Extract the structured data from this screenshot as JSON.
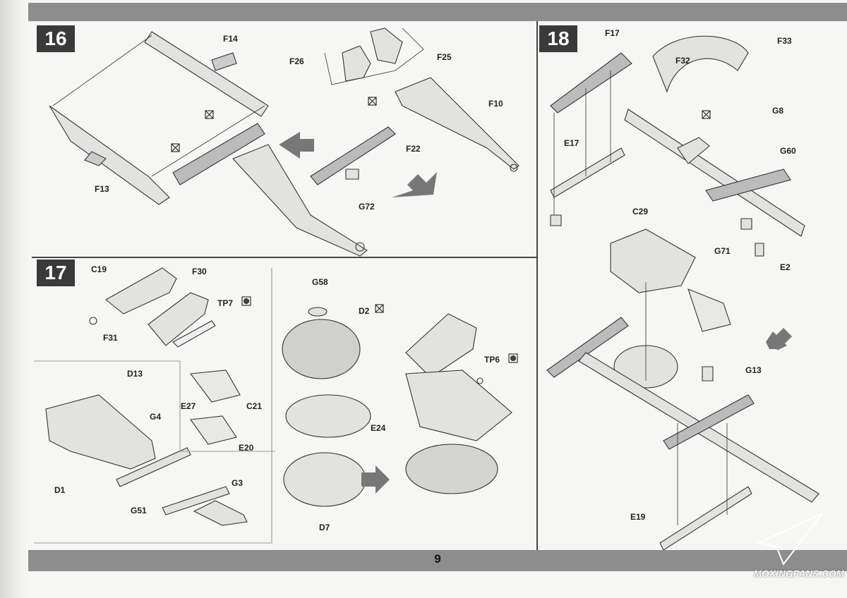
{
  "page": {
    "number": "9",
    "watermark": "MOXINGFANS.COM"
  },
  "steps": [
    {
      "number": "16",
      "labels": [
        "F14",
        "F26",
        "F25",
        "F10",
        "F13",
        "F22",
        "G72"
      ]
    },
    {
      "number": "17",
      "labels": [
        "C19",
        "F30",
        "TP7",
        "F31",
        "G58",
        "D2",
        "TP6",
        "D13",
        "G4",
        "E27",
        "C21",
        "E20",
        "E24",
        "D1",
        "G3",
        "G51",
        "D7"
      ]
    },
    {
      "number": "18",
      "labels": [
        "F17",
        "F33",
        "F32",
        "G8",
        "E17",
        "G60",
        "C29",
        "G71",
        "E2",
        "G13",
        "E19"
      ]
    }
  ],
  "icons": {
    "remove_part_marker": "crossed-box-icon",
    "paint_marker": "heart-drop-icon",
    "direction_arrow": "large-shaded-arrow-icon"
  }
}
